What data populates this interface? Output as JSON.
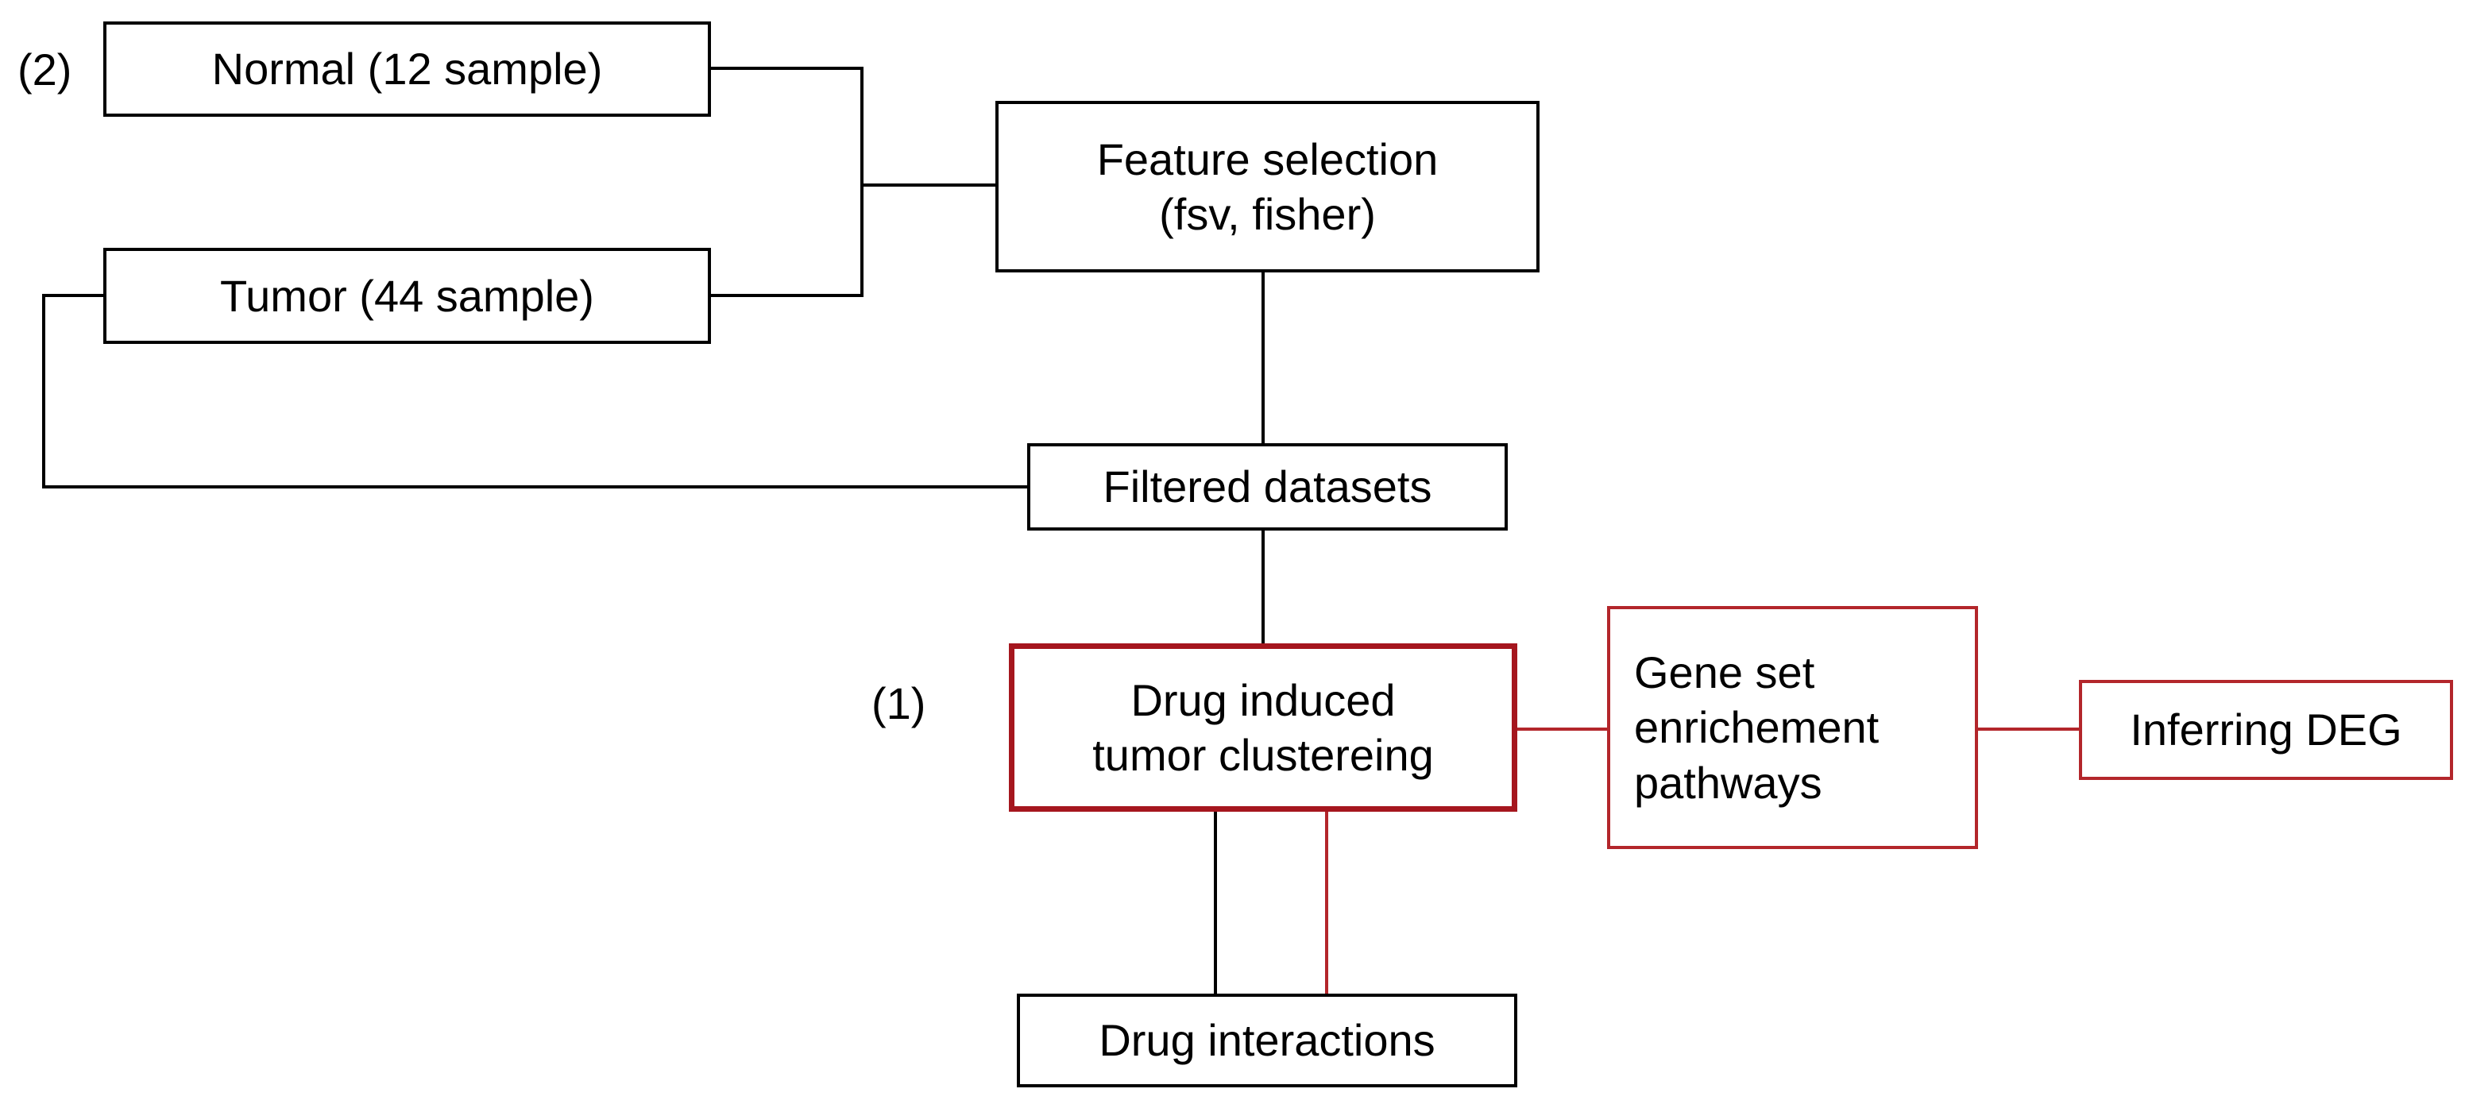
{
  "colors": {
    "line": "#000000",
    "accent": "#b3262b"
  },
  "nodes": {
    "normal": "Normal (12 sample)",
    "tumor": "Tumor (44 sample)",
    "feature_selection": "Feature  selection\n(fsv, fisher)",
    "filtered": "Filtered datasets",
    "clustering": "Drug induced\ntumor clustereing",
    "enrichment": "Gene set\nenrichement\npathways",
    "deg": "Inferring DEG",
    "interactions": "Drug interactions"
  },
  "labels": {
    "step2": "(2)",
    "step1": "(1)"
  }
}
